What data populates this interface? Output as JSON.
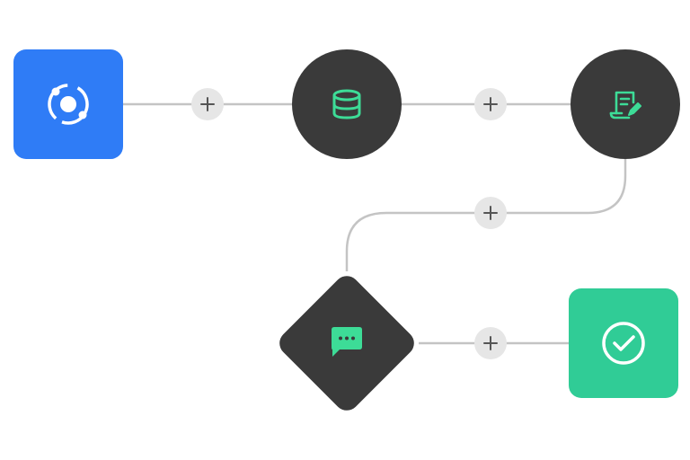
{
  "colors": {
    "trigger_node": "#2f7cf6",
    "step_node": "#3a3a3a",
    "success_node": "#30cc96",
    "icon_accent": "#3ddc97",
    "connector": "#c4c4c4",
    "add_button": "#e6e6e6",
    "add_button_glyph": "#555555",
    "icon_white": "#ffffff"
  },
  "nodes": [
    {
      "id": "trigger",
      "shape": "rounded-square",
      "icon": "orbit-icon"
    },
    {
      "id": "database",
      "shape": "circle",
      "icon": "database-icon"
    },
    {
      "id": "document",
      "shape": "circle",
      "icon": "document-edit-icon"
    },
    {
      "id": "message",
      "shape": "diamond",
      "icon": "chat-bubble-icon"
    },
    {
      "id": "done",
      "shape": "rounded-square",
      "icon": "check-circle-icon"
    }
  ],
  "add_buttons": [
    {
      "between": [
        "trigger",
        "database"
      ],
      "glyph": "plus-icon"
    },
    {
      "between": [
        "database",
        "document"
      ],
      "glyph": "plus-icon"
    },
    {
      "between": [
        "document",
        "message"
      ],
      "glyph": "plus-icon"
    },
    {
      "between": [
        "message",
        "done"
      ],
      "glyph": "plus-icon"
    }
  ]
}
